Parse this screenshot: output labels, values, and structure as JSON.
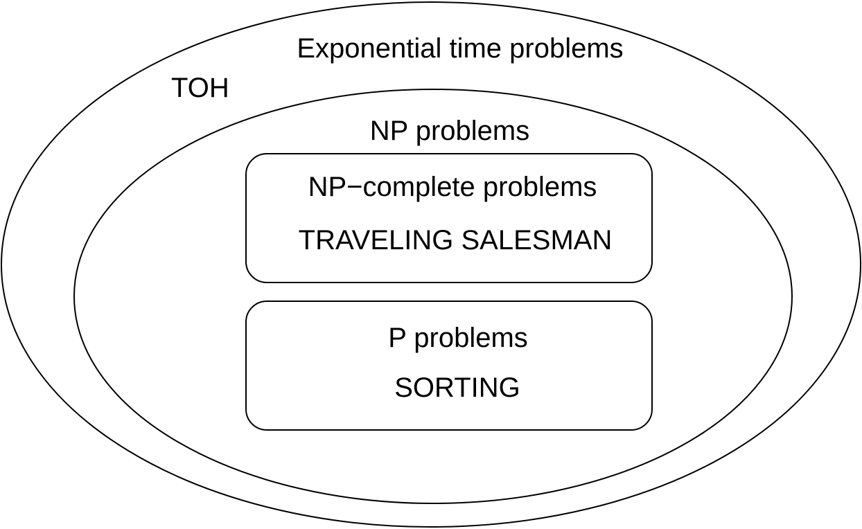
{
  "outer_region": {
    "title": "Exponential time problems",
    "example": "TOH"
  },
  "np_region": {
    "title": "NP problems"
  },
  "np_complete_box": {
    "title": "NP−complete problems",
    "example": "TRAVELING SALESMAN"
  },
  "p_box": {
    "title": "P problems",
    "example": "SORTING"
  },
  "colors": {
    "stroke": "#000000",
    "background": "#ffffff"
  }
}
